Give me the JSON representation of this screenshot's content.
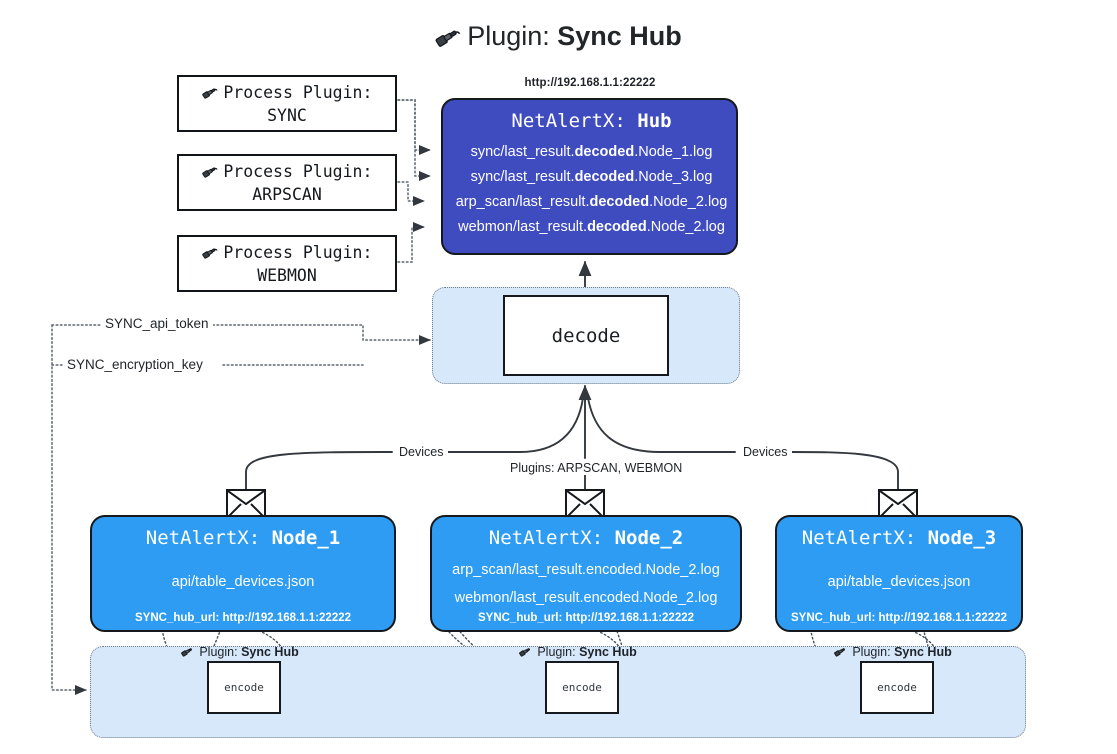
{
  "title": {
    "icon": "plug-icon",
    "lead": "Plugin:",
    "strong": "Sync Hub"
  },
  "process_plugins": [
    {
      "icon": "plug-icon",
      "line1": "Process Plugin:",
      "line2": "SYNC"
    },
    {
      "icon": "plug-icon",
      "line1": "Process Plugin:",
      "line2": "ARPSCAN"
    },
    {
      "icon": "plug-icon",
      "line1": "Process Plugin:",
      "line2": "WEBMON"
    }
  ],
  "hub": {
    "url": "http://192.168.1.1:22222",
    "title_prefix": "NetAlertX:",
    "title_name": "Hub",
    "lines": [
      {
        "pre": "sync/last_result.",
        "mid": "decoded",
        "post": ".Node_1.log"
      },
      {
        "pre": "sync/last_result.",
        "mid": "decoded",
        "post": ".Node_3.log"
      },
      {
        "pre": "arp_scan/last_result.",
        "mid": "decoded",
        "post": ".Node_2.log"
      },
      {
        "pre": "webmon/last_result.",
        "mid": "decoded",
        "post": ".Node_2.log"
      }
    ],
    "fill": "#3f4cc0"
  },
  "decode": {
    "label": "decode",
    "band_fill": "#d6e8fa"
  },
  "keys": {
    "api_token": "SYNC_api_token",
    "encryption_key": "SYNC_encryption_key"
  },
  "edge_labels": {
    "devices_left": "Devices",
    "devices_right": "Devices",
    "plugins": "Plugins: ARPSCAN, WEBMON"
  },
  "nodes": [
    {
      "title_prefix": "NetAlertX:",
      "title_name": "Node_1",
      "lines": [
        "api/table_devices.json"
      ],
      "footer": "SYNC_hub_url: http://192.168.1.1:22222",
      "envelope_icon": "envelope-icon",
      "fill": "#2d9cf2"
    },
    {
      "title_prefix": "NetAlertX:",
      "title_name": "Node_2",
      "lines": [
        "arp_scan/last_result.encoded.Node_2.log",
        "webmon/last_result.encoded.Node_2.log"
      ],
      "footer": "SYNC_hub_url: http://192.168.1.1:22222",
      "envelope_icon": "envelope-icon",
      "fill": "#2d9cf2"
    },
    {
      "title_prefix": "NetAlertX:",
      "title_name": "Node_3",
      "lines": [
        "api/table_devices.json"
      ],
      "footer": "SYNC_hub_url: http://192.168.1.1:22222",
      "envelope_icon": "envelope-icon",
      "fill": "#2d9cf2"
    }
  ],
  "encoders": [
    {
      "label": "encode",
      "plugin_lead": "Plugin:",
      "plugin_name": "Sync Hub",
      "icon": "plug-icon"
    },
    {
      "label": "encode",
      "plugin_lead": "Plugin:",
      "plugin_name": "Sync Hub",
      "icon": "plug-icon"
    },
    {
      "label": "encode",
      "plugin_lead": "Plugin:",
      "plugin_name": "Sync Hub",
      "icon": "plug-icon"
    }
  ]
}
